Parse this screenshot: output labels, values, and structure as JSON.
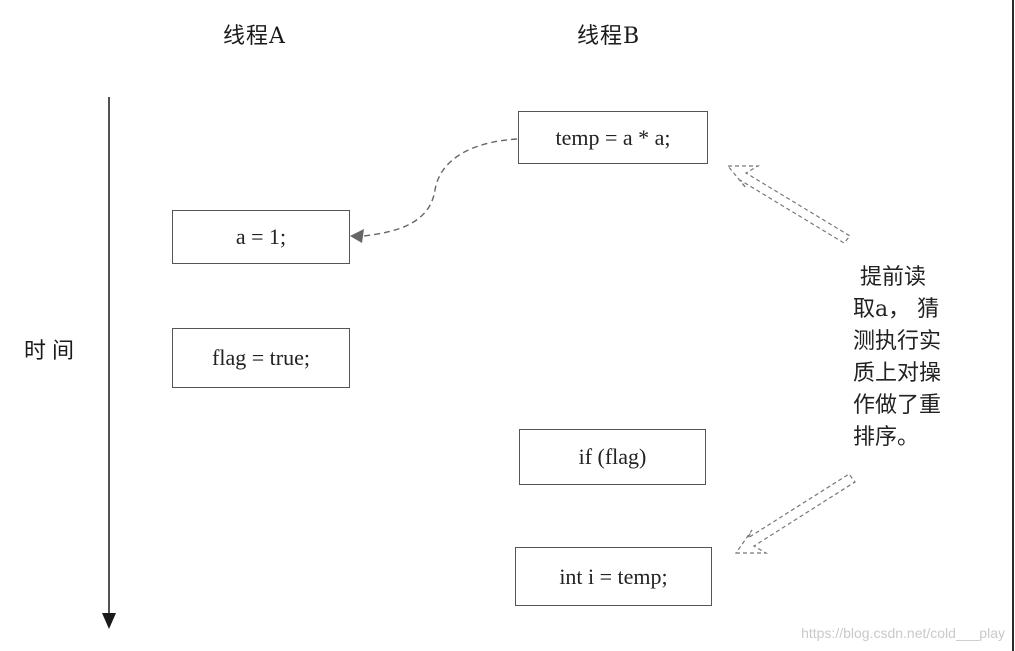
{
  "headers": {
    "thread_a": "线程A",
    "thread_b": "线程B"
  },
  "time_label": "时间",
  "thread_a_ops": [
    "a = 1;",
    "flag = true;"
  ],
  "thread_b_ops": [
    "temp = a * a;",
    "if (flag)",
    "int i = temp;"
  ],
  "note_lines": [
    " 提前读",
    "取a， 猜",
    "测执行实",
    "质上对操",
    "作做了重",
    "排序。"
  ],
  "watermark": "https://blog.csdn.net/cold___play"
}
